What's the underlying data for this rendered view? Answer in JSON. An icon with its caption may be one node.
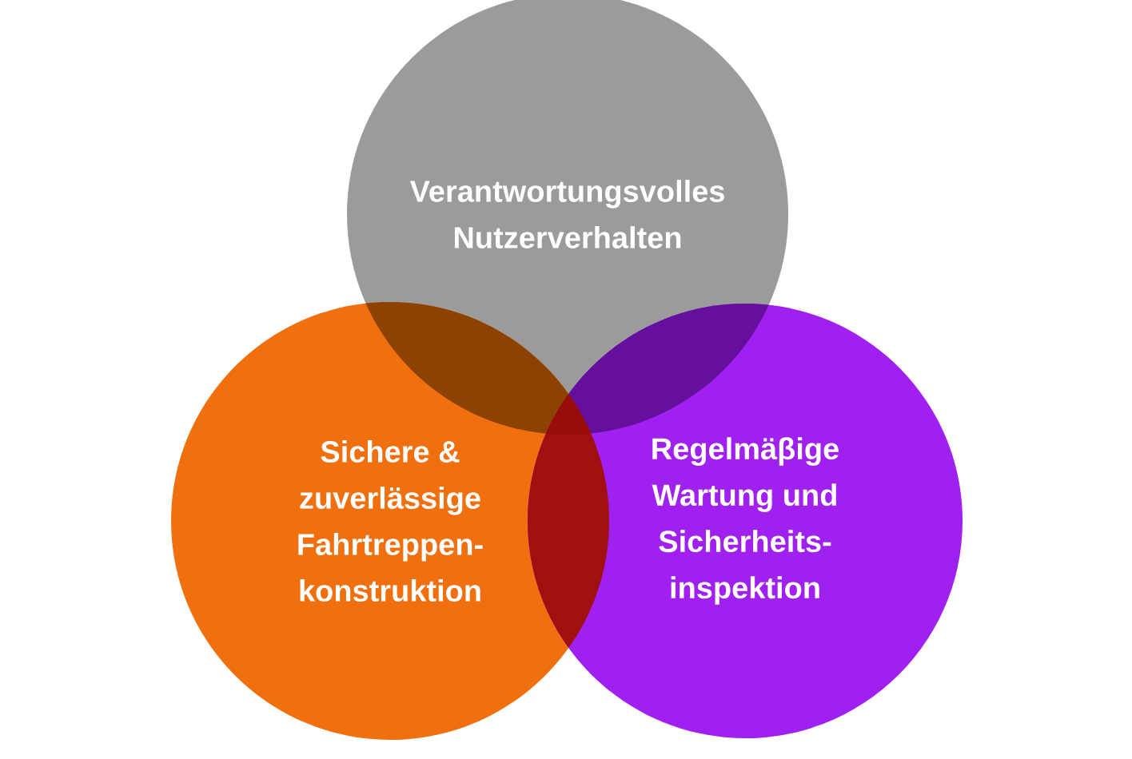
{
  "diagram": {
    "nodes": [
      {
        "text": [
          "Verantwortungsvolles Nutzerverhalten"
        ]
      },
      {
        "text": [
          "Sichere & zuverlässige Fahrtreppen- konstruktion"
        ]
      },
      {
        "text": [
          "Regelmäβige Wartung und Sicherheits- inspektion"
        ]
      }
    ]
  }
}
